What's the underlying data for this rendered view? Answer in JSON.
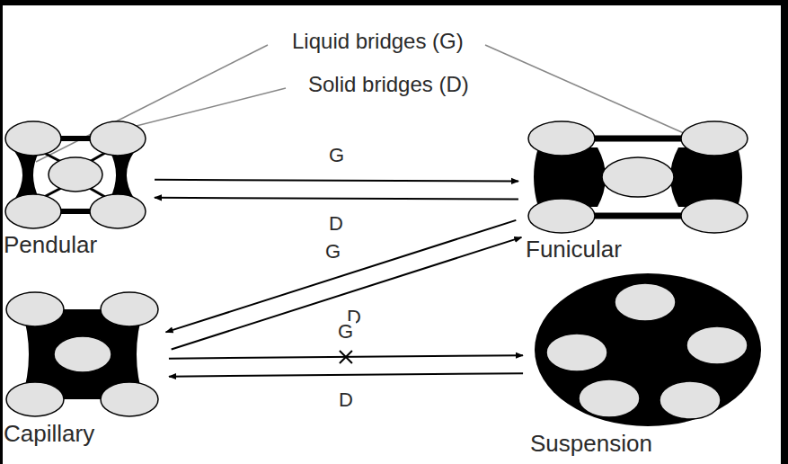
{
  "diagram": {
    "nodes": [
      {
        "text": [
          "Pendular"
        ]
      },
      {
        "text": [
          "Funicular"
        ]
      },
      {
        "text": [
          "Capillary"
        ]
      },
      {
        "text": [
          "Suspension"
        ]
      }
    ],
    "edges": [
      {
        "from": 0,
        "to": 1,
        "label": "G",
        "arrow": "to"
      },
      {
        "from": 1,
        "to": 0,
        "label": "D",
        "arrow": "to"
      },
      {
        "from": 1,
        "to": 2,
        "label": "G",
        "arrow": "to"
      },
      {
        "from": 2,
        "to": 1,
        "label": "D",
        "arrow": "to"
      },
      {
        "from": 2,
        "to": 3,
        "label": "G",
        "arrow": "to"
      },
      {
        "from": 3,
        "to": 2,
        "label": "D",
        "arrow": "to"
      }
    ],
    "labels": [
      "Liquid bridges (G)",
      "Solid bridges (D)"
    ]
  }
}
